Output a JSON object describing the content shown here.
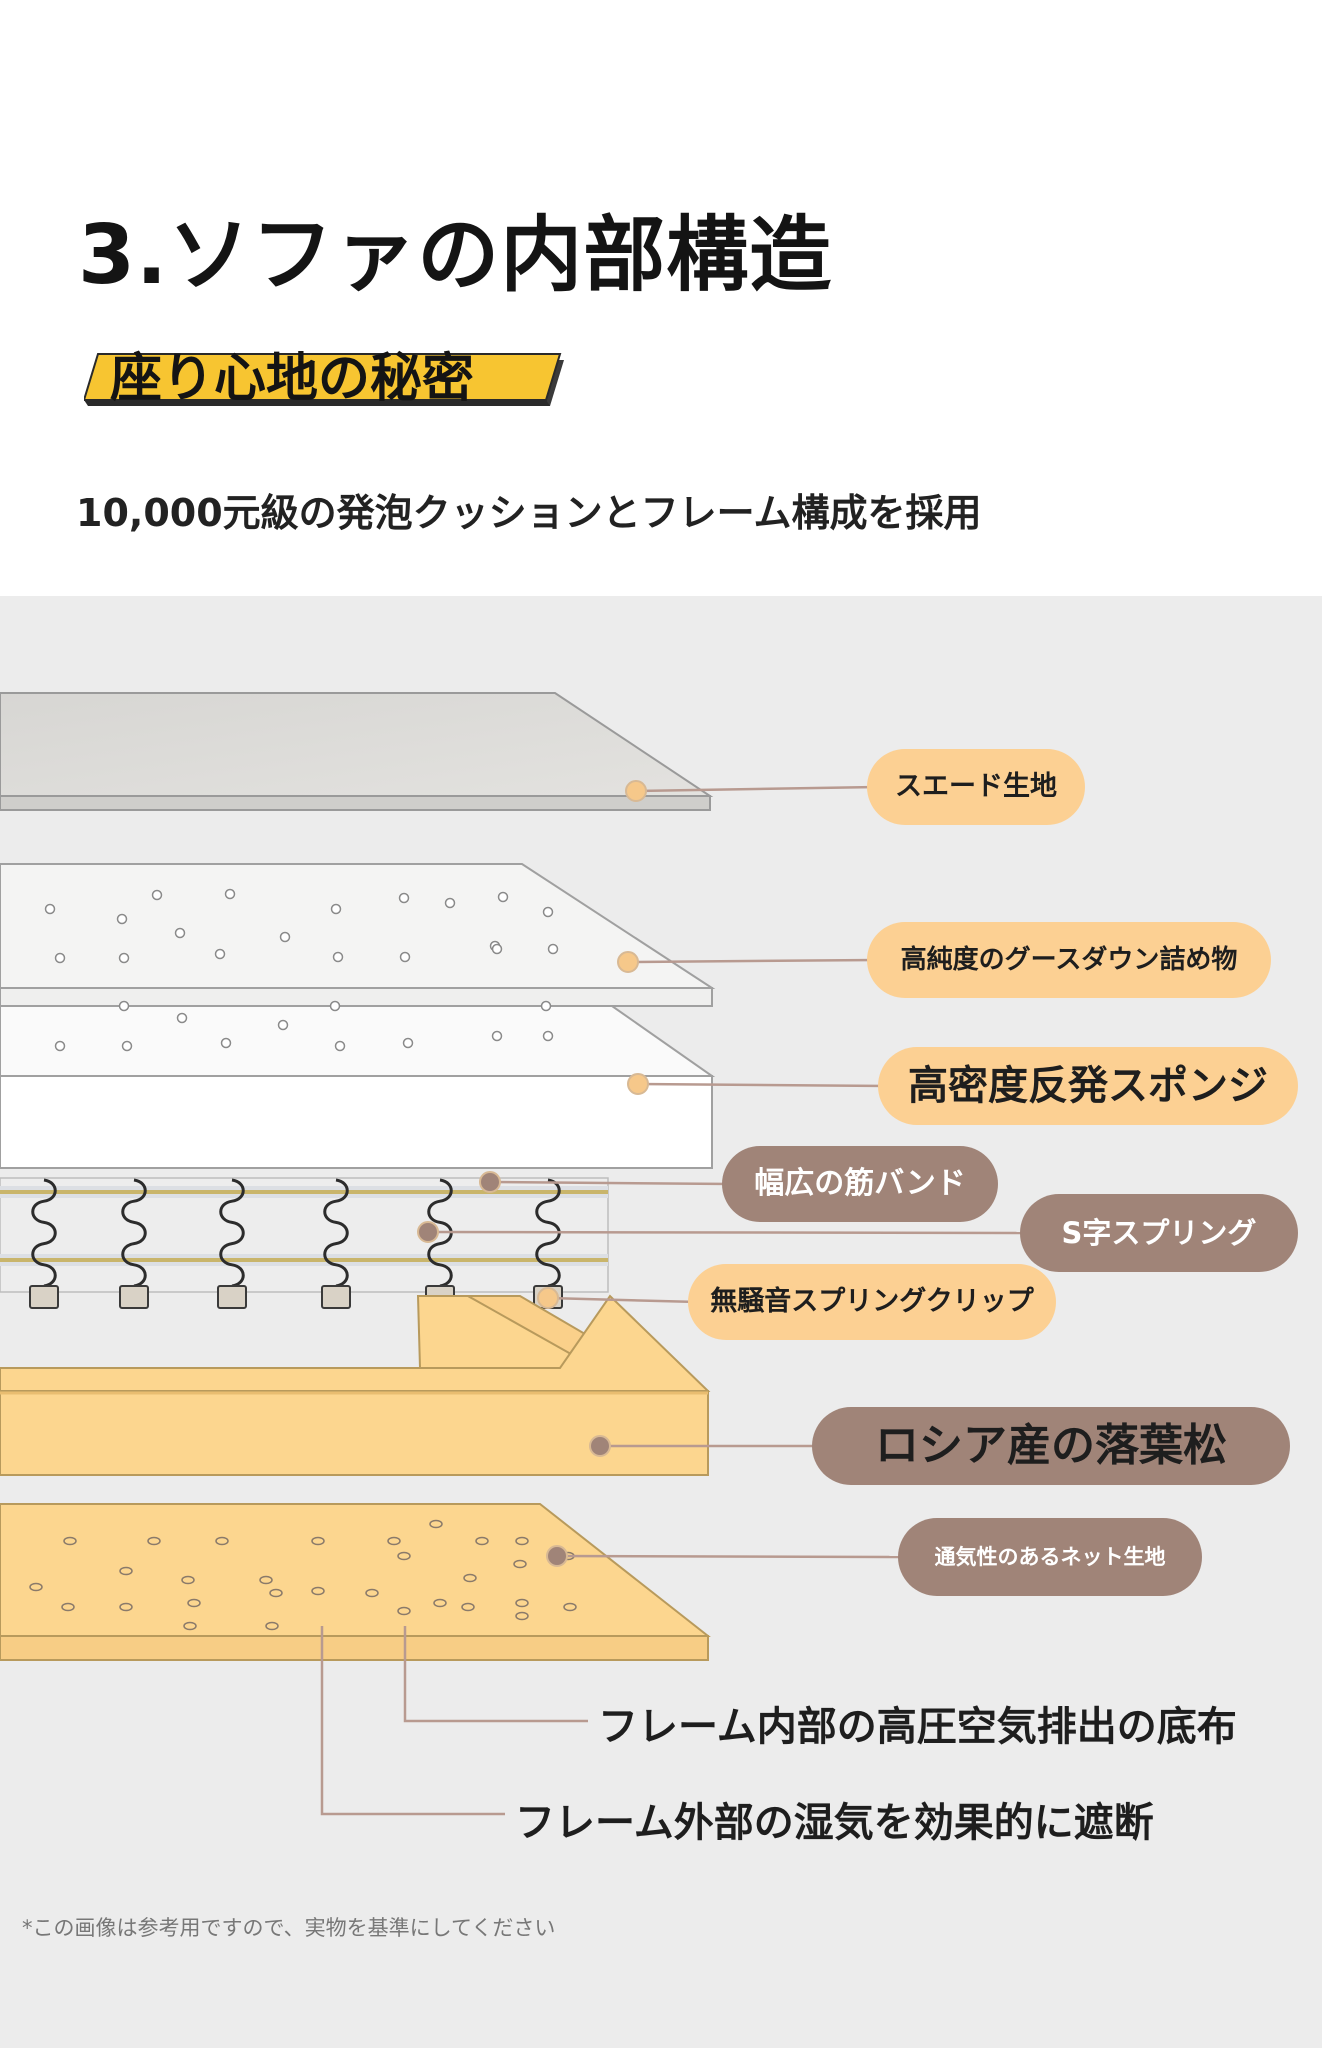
{
  "header": {
    "title": "3.ソファの内部構造",
    "badge": "座り心地の秘密",
    "subtitle": "10,000元級の発泡クッションとフレーム構成を採用"
  },
  "layers": [
    {
      "label": "スエード生地",
      "style": "orange"
    },
    {
      "label": "高純度のグースダウン詰め物",
      "style": "orange"
    },
    {
      "label": "高密度反発スポンジ",
      "style": "orange"
    },
    {
      "label": "幅広の筋バンド",
      "style": "brown"
    },
    {
      "label": "S字スプリング",
      "style": "brown"
    },
    {
      "label": "無騒音スプリングクリップ",
      "style": "orange"
    },
    {
      "label": "ロシア産の落葉松",
      "style": "brown"
    },
    {
      "label": "通気性のあるネット生地",
      "style": "brown"
    }
  ],
  "bottom_notes": [
    "フレーム内部の高圧空気排出の底布",
    "フレーム外部の湿気を効果的に遮断"
  ],
  "disclaimer": "*この画像は参考用ですので、実物を基準にしてください",
  "colors": {
    "orange_pill": "#fcd093",
    "brown_pill": "#a08478",
    "wood": "#fcd68f",
    "suede": "#dcdbd8",
    "badge_yellow": "#f7c531",
    "leader_line": "#b89a90"
  }
}
